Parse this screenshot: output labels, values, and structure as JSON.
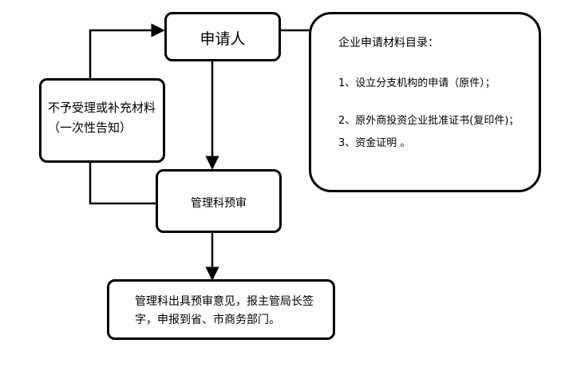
{
  "applicant": {
    "label": "申请人"
  },
  "rejection": {
    "label": "不予受理或补充材料（一次性告知）"
  },
  "review": {
    "label": "管理科预审"
  },
  "result": {
    "label": "管理科出具预审意见，报主管局长签字，申报到省、市商务部门。"
  },
  "materials": {
    "title": "企业申请材料目录：",
    "items": [
      "1、设立分支机构的申请（原件）；",
      "2、原外商投资企业批准证书(复印件)；",
      "3、资金证明 。"
    ]
  }
}
